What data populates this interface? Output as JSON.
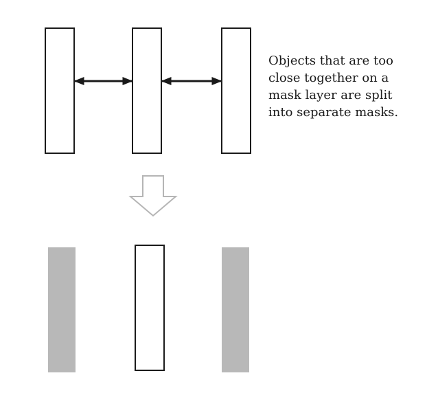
{
  "caption": {
    "lines": [
      "Objects that are too",
      "close together on a",
      "mask layer are split",
      "into separate masks."
    ]
  },
  "colors": {
    "outline": "#1a1a1a",
    "mask_fill": "#b8b8b8",
    "down_arrow_stroke": "#b5b5b5",
    "background": "#ffffff"
  },
  "icons": {
    "spacing_arrow": "double-headed-arrow",
    "transition_arrow": "hollow-down-arrow"
  }
}
